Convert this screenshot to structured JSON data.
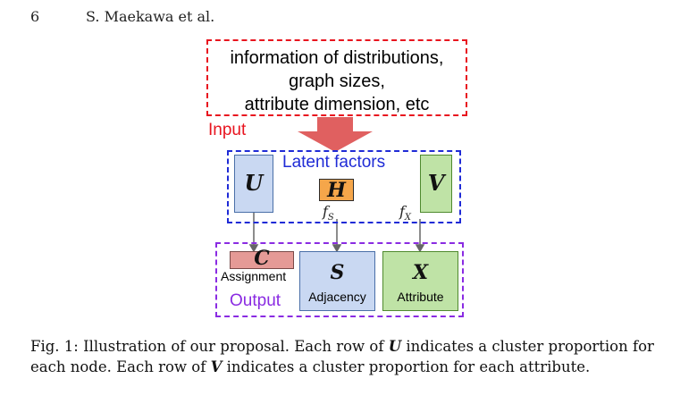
{
  "header": {
    "page_number": "6",
    "authors": "S. Maekawa et al."
  },
  "figure": {
    "input": {
      "lines": [
        "information of distributions,",
        "graph sizes,",
        "attribute dimension, etc"
      ],
      "label": "Input"
    },
    "latent": {
      "label": "Latent factors",
      "u_symbol": "U",
      "h_symbol": "H",
      "v_symbol": "V",
      "fs_label": "fS",
      "fx_label": "fX"
    },
    "output": {
      "label": "Output",
      "c_symbol": "C",
      "assignment_label": "Assignment",
      "s_symbol": "S",
      "adjacency_label": "Adjacency",
      "x_symbol": "X",
      "attribute_label": "Attribute"
    },
    "colors": {
      "input_border": "#e8141f",
      "latent_border": "#1f2bd6",
      "output_border": "#8a2be2",
      "arrow": "#e06060"
    }
  },
  "caption": {
    "part1": "Fig. 1: Illustration of our proposal. Each row of ",
    "u": "U",
    "part2": " indicates a cluster proportion for each node. Each row of ",
    "v": "V",
    "part3": " indicates a cluster proportion for each attribute."
  }
}
